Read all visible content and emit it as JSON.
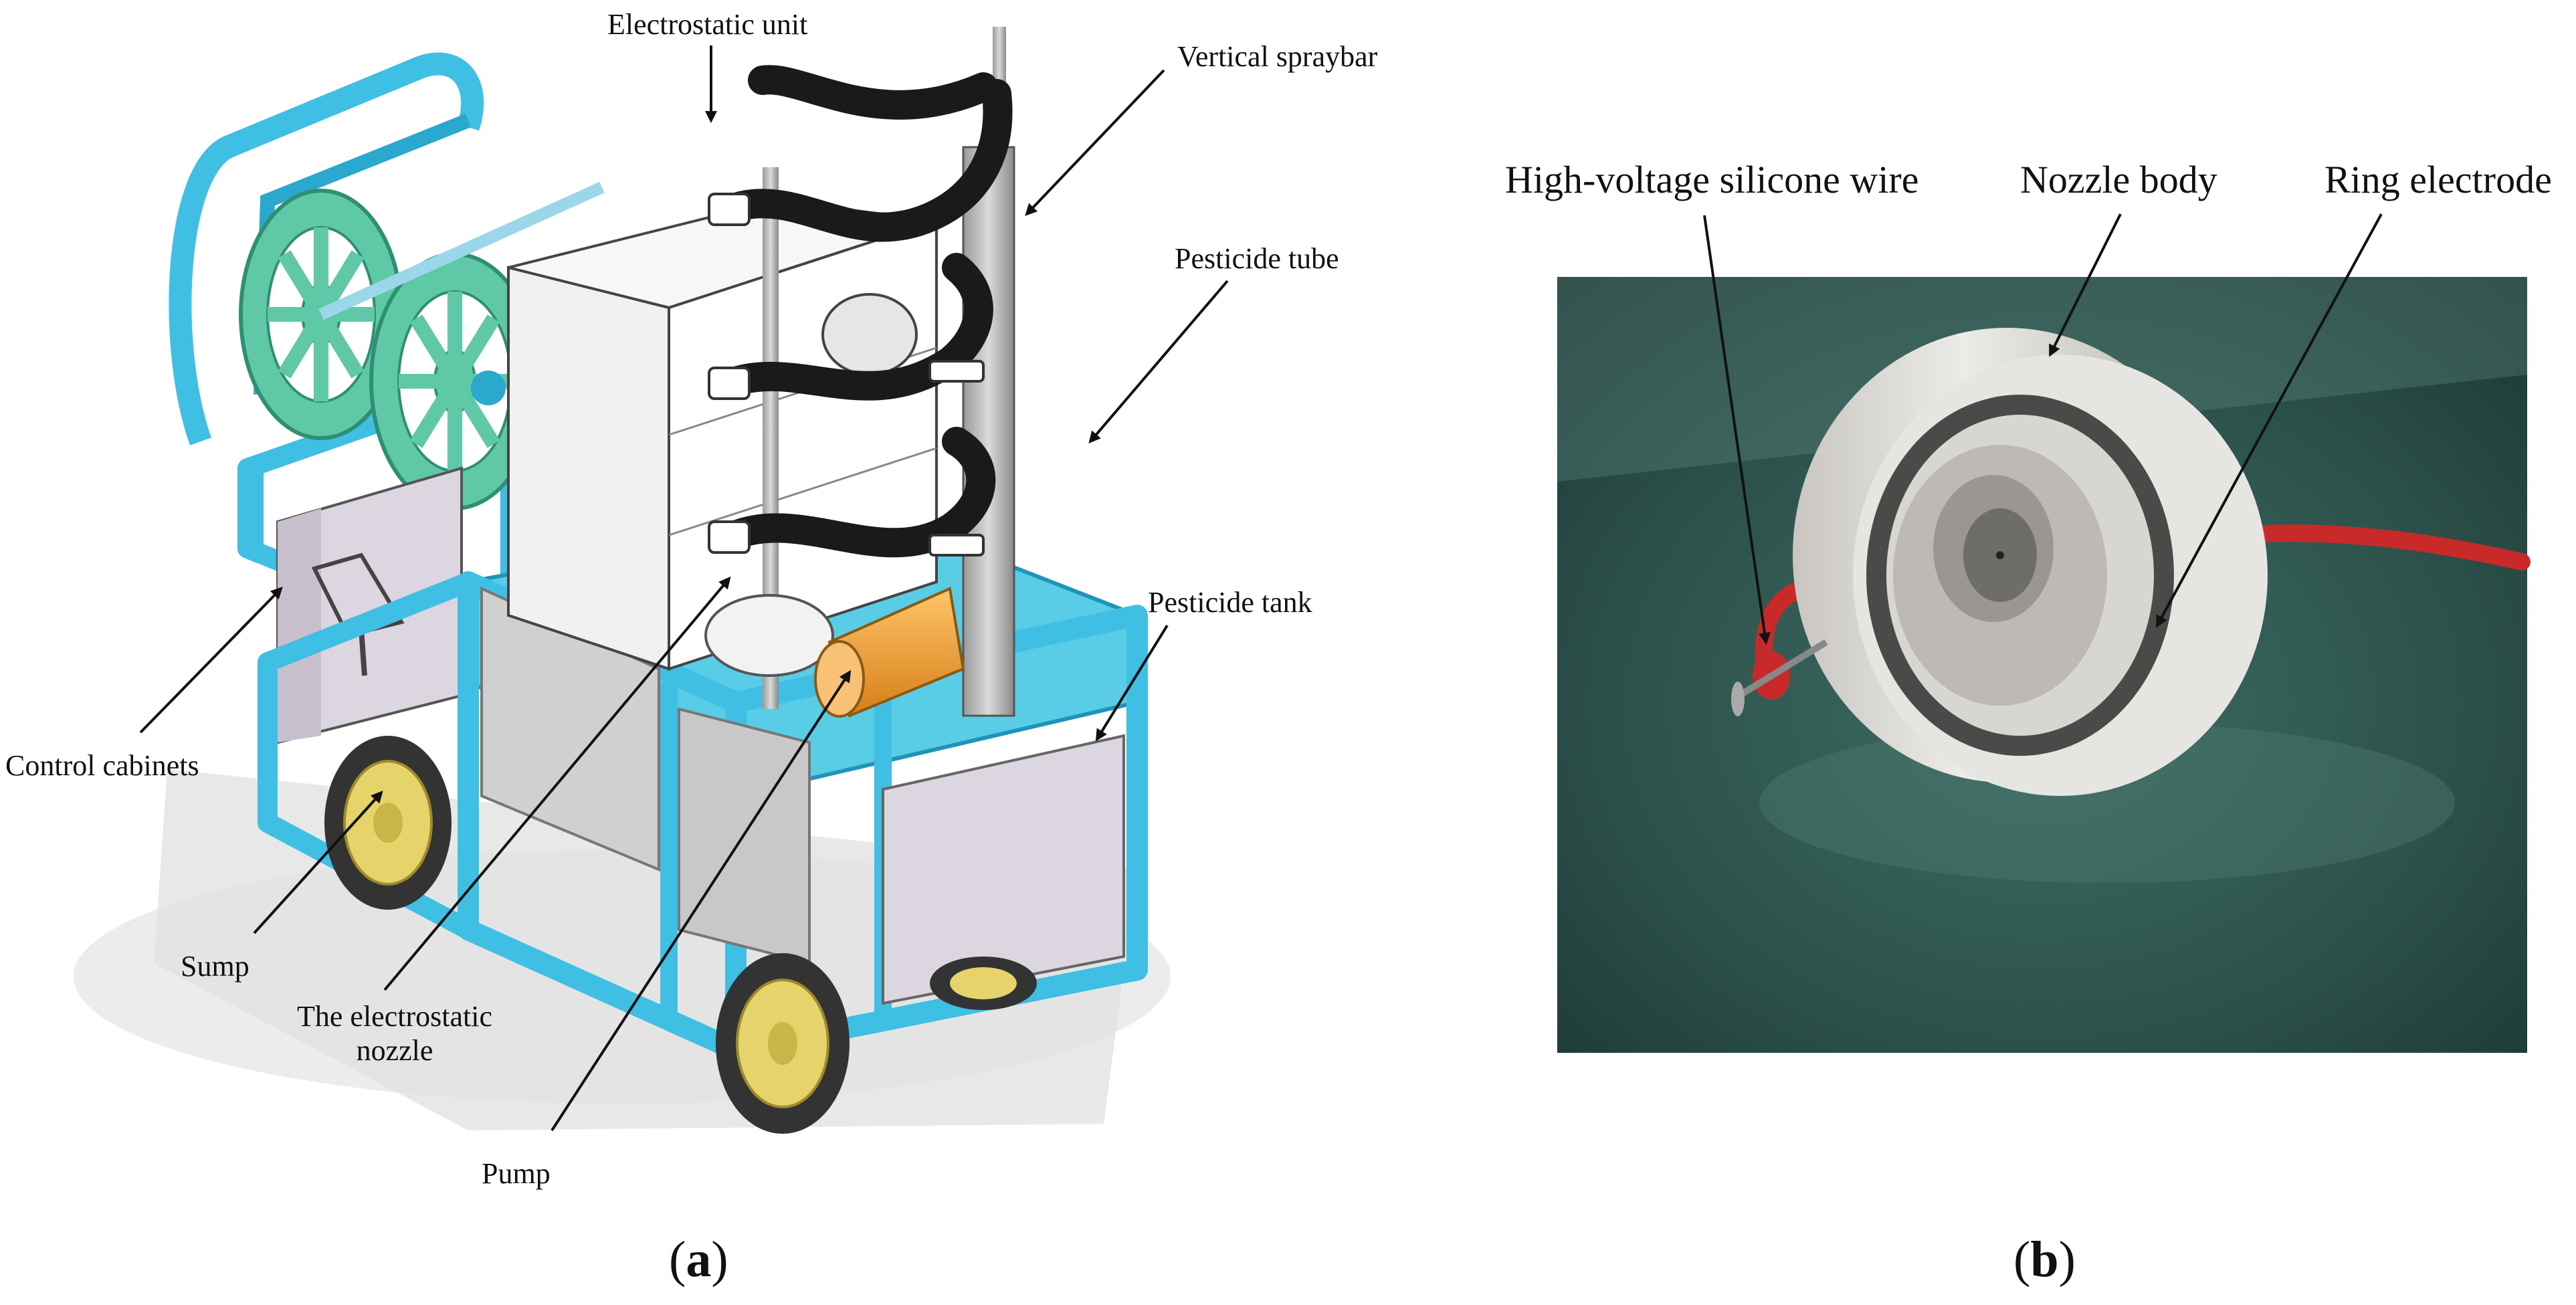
{
  "panel_a": {
    "labels": {
      "electrostatic_unit": "Electrostatic unit",
      "vertical_spraybar": "Vertical spraybar",
      "pesticide_tube": "Pesticide tube",
      "pesticide_tank": "Pesticide tank",
      "control_cabinets": "Control cabinets",
      "sump": "Sump",
      "electrostatic_nozzle_line1": "The electrostatic",
      "electrostatic_nozzle_line2": "nozzle",
      "pump": "Pump"
    },
    "caption": {
      "open": "(",
      "letter": "a",
      "close": ")"
    },
    "colors": {
      "frame": "#3fbfe3",
      "frame_dark": "#1e94bb",
      "reel": "#5fc8a6",
      "tank_panel": "#dcd6e0",
      "unit_box": "#f4f4f4",
      "hose": "#1a1a1a",
      "pump": "#f0a33a",
      "wheel_hub": "#e6d36a"
    }
  },
  "panel_b": {
    "labels": {
      "hv_wire": "High-voltage silicone wire",
      "nozzle_body": "Nozzle body",
      "ring_electrode": "Ring electrode"
    },
    "caption": {
      "open": "(",
      "letter": "b",
      "close": ")"
    },
    "colors": {
      "floor": "#2f5a52",
      "nozzle": "#e4e2de",
      "wire": "#c82a2a"
    }
  }
}
